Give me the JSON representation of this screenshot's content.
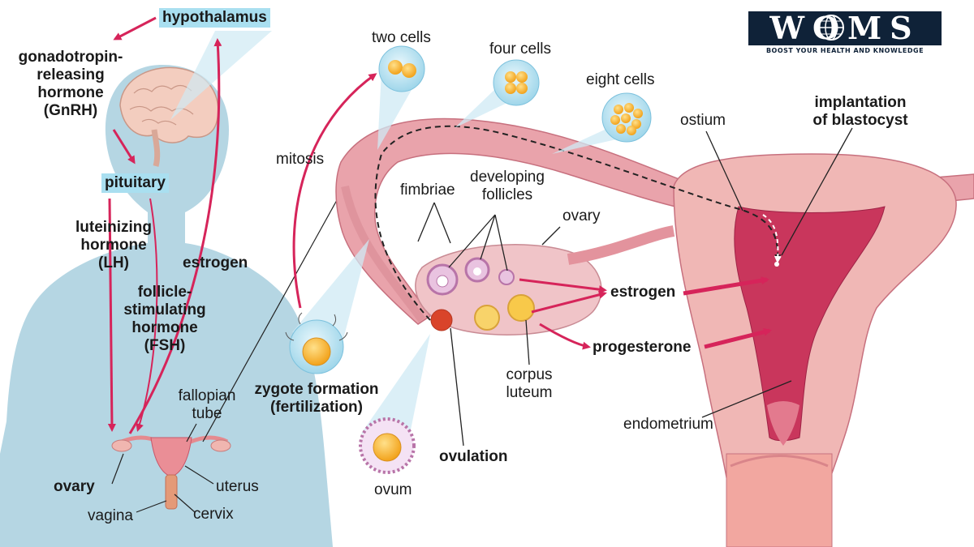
{
  "labels": {
    "hypothalamus": "hypothalamus",
    "gnrh": [
      "gonadotropin-",
      "releasing",
      "hormone",
      "(GnRH)"
    ],
    "pituitary": "pituitary",
    "lh": [
      "luteinizing",
      "hormone",
      "(LH)"
    ],
    "estrogen_left": "estrogen",
    "fsh": [
      "follicle-",
      "stimulating",
      "hormone",
      "(FSH)"
    ],
    "fallopian_tube": [
      "fallopian",
      "tube"
    ],
    "ovary_left": "ovary",
    "uterus": "uterus",
    "vagina": "vagina",
    "cervix": "cervix",
    "two_cells": "two cells",
    "four_cells": "four cells",
    "eight_cells": "eight cells",
    "mitosis": "mitosis",
    "fimbriae": "fimbriae",
    "developing_follicles": [
      "developing",
      "follicles"
    ],
    "ovary_right": "ovary",
    "ostium": "ostium",
    "implantation": [
      "implantation",
      "of blastocyst"
    ],
    "estrogen_right": "estrogen",
    "progesterone": "progesterone",
    "corpus_luteum": [
      "corpus",
      "luteum"
    ],
    "zygote": [
      "zygote formation",
      "(fertilization)"
    ],
    "ovulation": "ovulation",
    "ovum": "ovum",
    "endometrium": "endometrium"
  },
  "logo": {
    "name": "WOMS",
    "tagline": "BOOST YOUR HEALTH AND KNOWLEDGE"
  },
  "colors": {
    "body_silhouette": "#b5d6e3",
    "arrow": "#d6245a",
    "tissue": "#e9a3ab",
    "uterus_inner": "#c9365c",
    "cell": "#f7b733",
    "tag_bg": "#a9dff0",
    "logo_bg": "#0f2238"
  }
}
